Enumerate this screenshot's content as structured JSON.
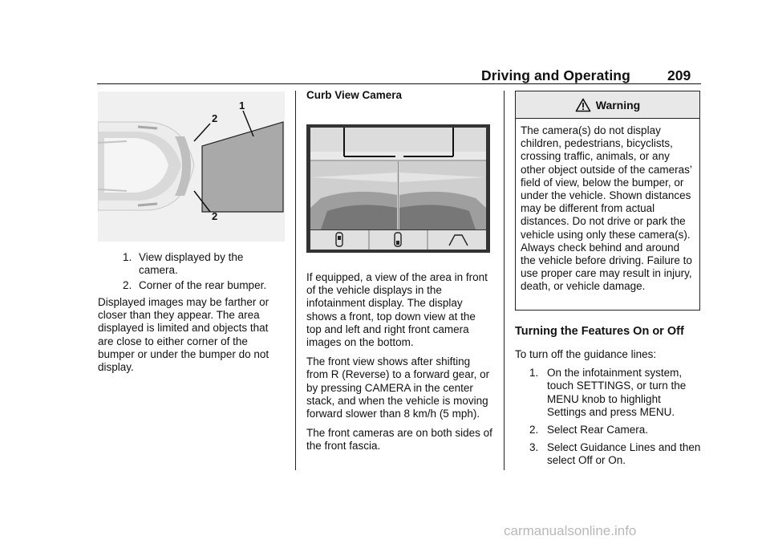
{
  "header": {
    "title": "Driving and Operating",
    "page_number": "209"
  },
  "figure1": {
    "callouts": [
      "2",
      "1",
      "2"
    ],
    "captions": [
      {
        "num": "1.",
        "text": "View displayed by the camera."
      },
      {
        "num": "2.",
        "text": "Corner of the rear bumper."
      }
    ]
  },
  "col1": {
    "paragraph": "Displayed images may be farther or closer than they appear. The area displayed is limited and objects that are close to either corner of the bumper or under the bumper do not display."
  },
  "col2": {
    "heading": "Curb View Camera",
    "paragraphs": [
      "If equipped, a view of the area in front of the vehicle displays in the infotainment display. The display shows a front, top down view at the top and left and right front camera images on the bottom.",
      "The front view shows after shifting from R (Reverse) to a forward gear, or by pressing CAMERA in the center stack, and when the vehicle is moving forward slower than 8 km/h (5 mph).",
      "The front cameras are on both sides of the front fascia."
    ]
  },
  "warning": {
    "title": "Warning",
    "icon": "warning-triangle-icon",
    "text": "The camera(s) do not display children, pedestrians, bicyclists, crossing traffic, animals, or any other object outside of the cameras’ field of view, below the bumper, or under the vehicle. Shown distances may be different from actual distances. Do not drive or park the vehicle using only these camera(s). Always check behind and around the vehicle before driving. Failure to use proper care may result in injury, death, or vehicle damage."
  },
  "section": {
    "heading": "Turning the Features On or Off",
    "intro": "To turn off the guidance lines:",
    "steps": [
      {
        "num": "1.",
        "text": "On the infotainment system, touch SETTINGS, or turn the MENU knob to highlight Settings and press MENU."
      },
      {
        "num": "2.",
        "text": "Select Rear Camera."
      },
      {
        "num": "3.",
        "text": "Select Guidance Lines and then select Off or On."
      }
    ]
  },
  "watermark": "carmanualsonline.info"
}
